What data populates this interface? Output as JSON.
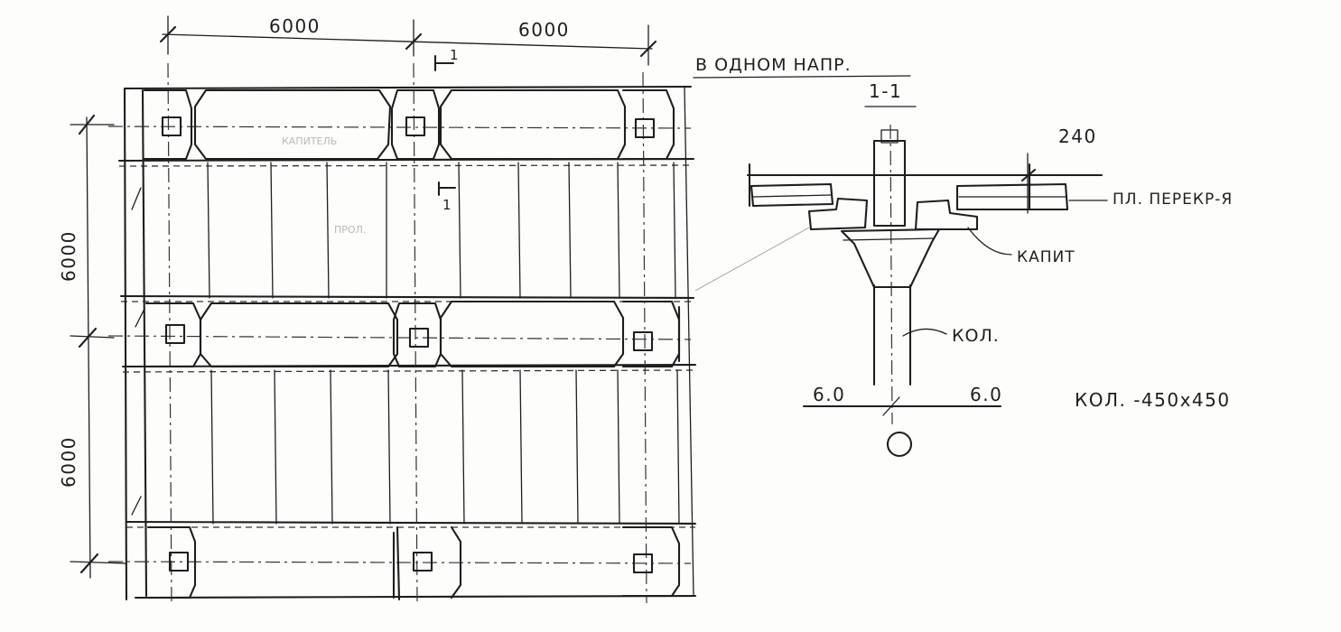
{
  "plan": {
    "dim_top_left": "6000",
    "dim_top_right": "6000",
    "dim_left_upper": "6000",
    "dim_left_lower": "6000",
    "section_mark_top": "1",
    "section_mark_bottom": "1",
    "ghost_label_capital": "КАПИТЕЛЬ",
    "ghost_label_slab": "ПРОЛ."
  },
  "section": {
    "heading": "В ОДНОМ НАПР.",
    "title": "1-1",
    "dim_240": "240",
    "label_slab": "ПЛ. ПЕРЕКР-Я",
    "label_capital": "КАПИТ",
    "label_column": "КОЛ.",
    "span_left": "6.0",
    "span_right": "6.0",
    "column_size": "КОЛ. -450x450"
  },
  "colors": {
    "ink": "#1e1e1e",
    "paper": "#fdfdfc",
    "hatch": "#555555"
  }
}
